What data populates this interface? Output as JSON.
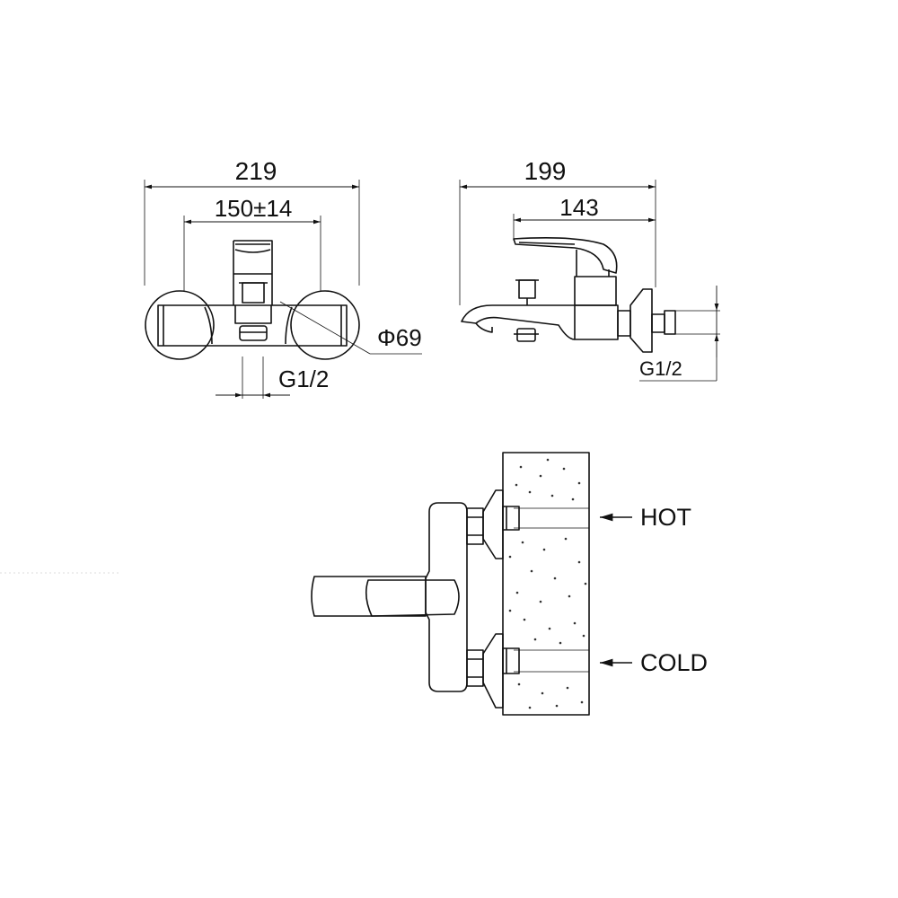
{
  "front_view": {
    "overall_width": "219",
    "center_distance": "150±14",
    "flange_diameter": "Φ69",
    "thread": "G1/2"
  },
  "side_view": {
    "overall_depth": "199",
    "spout_depth": "143",
    "thread": "G1/2"
  },
  "installation_view": {
    "hot_label": "HOT",
    "cold_label": "COLD",
    "arrow_icon": "left-arrow-icon"
  }
}
